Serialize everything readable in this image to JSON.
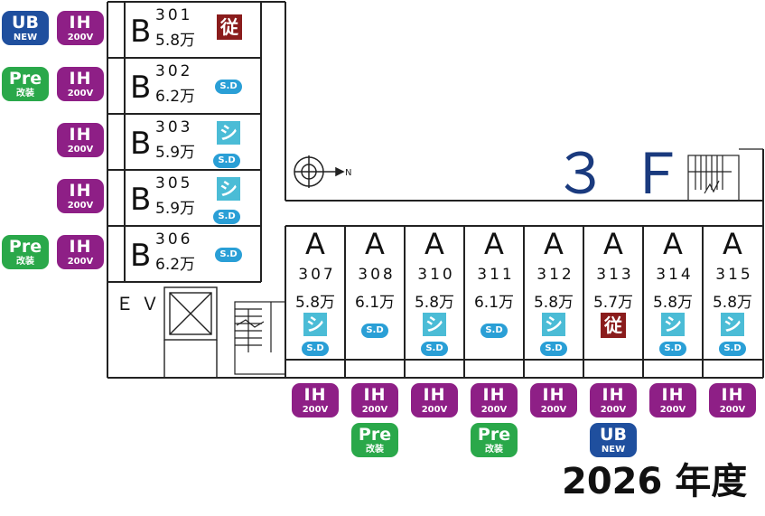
{
  "floor_label": "３Ｆ",
  "elevator_label": "ＥＶ",
  "year_label": "2026 年度",
  "compass_letter": "N",
  "badge_text": {
    "ih": "IH",
    "ih_sub": "200V",
    "ub": "UB",
    "ub_sub": "NEW",
    "pre": "Pre",
    "pre_sub": "改装",
    "sd": "S.D",
    "shi": "シ",
    "ju": "従"
  },
  "colors": {
    "ih": "#8e1f86",
    "ub": "#1f4f9e",
    "pre": "#2aa84a",
    "sd": "#2a9fd6",
    "shi": "#4bbcd6",
    "ju": "#8a1c1c",
    "floor": "#1a3a7e"
  },
  "rooms_b": [
    {
      "type": "B",
      "number": "301",
      "price": "5.8万",
      "marker": "ju",
      "badges": [
        "ub",
        "ih"
      ]
    },
    {
      "type": "B",
      "number": "302",
      "price": "6.2万",
      "marker": "sd",
      "badges": [
        "pre",
        "ih"
      ]
    },
    {
      "type": "B",
      "number": "303",
      "price": "5.9万",
      "marker": "shi_sd",
      "badges": [
        "ih"
      ]
    },
    {
      "type": "B",
      "number": "305",
      "price": "5.9万",
      "marker": "shi_sd",
      "badges": [
        "ih"
      ]
    },
    {
      "type": "B",
      "number": "306",
      "price": "6.2万",
      "marker": "sd",
      "badges": [
        "pre",
        "ih"
      ]
    }
  ],
  "rooms_a": [
    {
      "type": "A",
      "number": "307",
      "price": "5.8万",
      "marker": "shi_sd",
      "badges": [
        "ih"
      ]
    },
    {
      "type": "A",
      "number": "308",
      "price": "6.1万",
      "marker": "sd",
      "badges": [
        "ih",
        "pre"
      ]
    },
    {
      "type": "A",
      "number": "310",
      "price": "5.8万",
      "marker": "shi_sd",
      "badges": [
        "ih"
      ]
    },
    {
      "type": "A",
      "number": "311",
      "price": "6.1万",
      "marker": "sd",
      "badges": [
        "ih",
        "pre"
      ]
    },
    {
      "type": "A",
      "number": "312",
      "price": "5.8万",
      "marker": "shi_sd",
      "badges": [
        "ih"
      ]
    },
    {
      "type": "A",
      "number": "313",
      "price": "5.7万",
      "marker": "ju",
      "badges": [
        "ih",
        "ub"
      ]
    },
    {
      "type": "A",
      "number": "314",
      "price": "5.8万",
      "marker": "shi_sd",
      "badges": [
        "ih"
      ]
    },
    {
      "type": "A",
      "number": "315",
      "price": "5.8万",
      "marker": "shi_sd",
      "badges": [
        "ih"
      ]
    }
  ]
}
